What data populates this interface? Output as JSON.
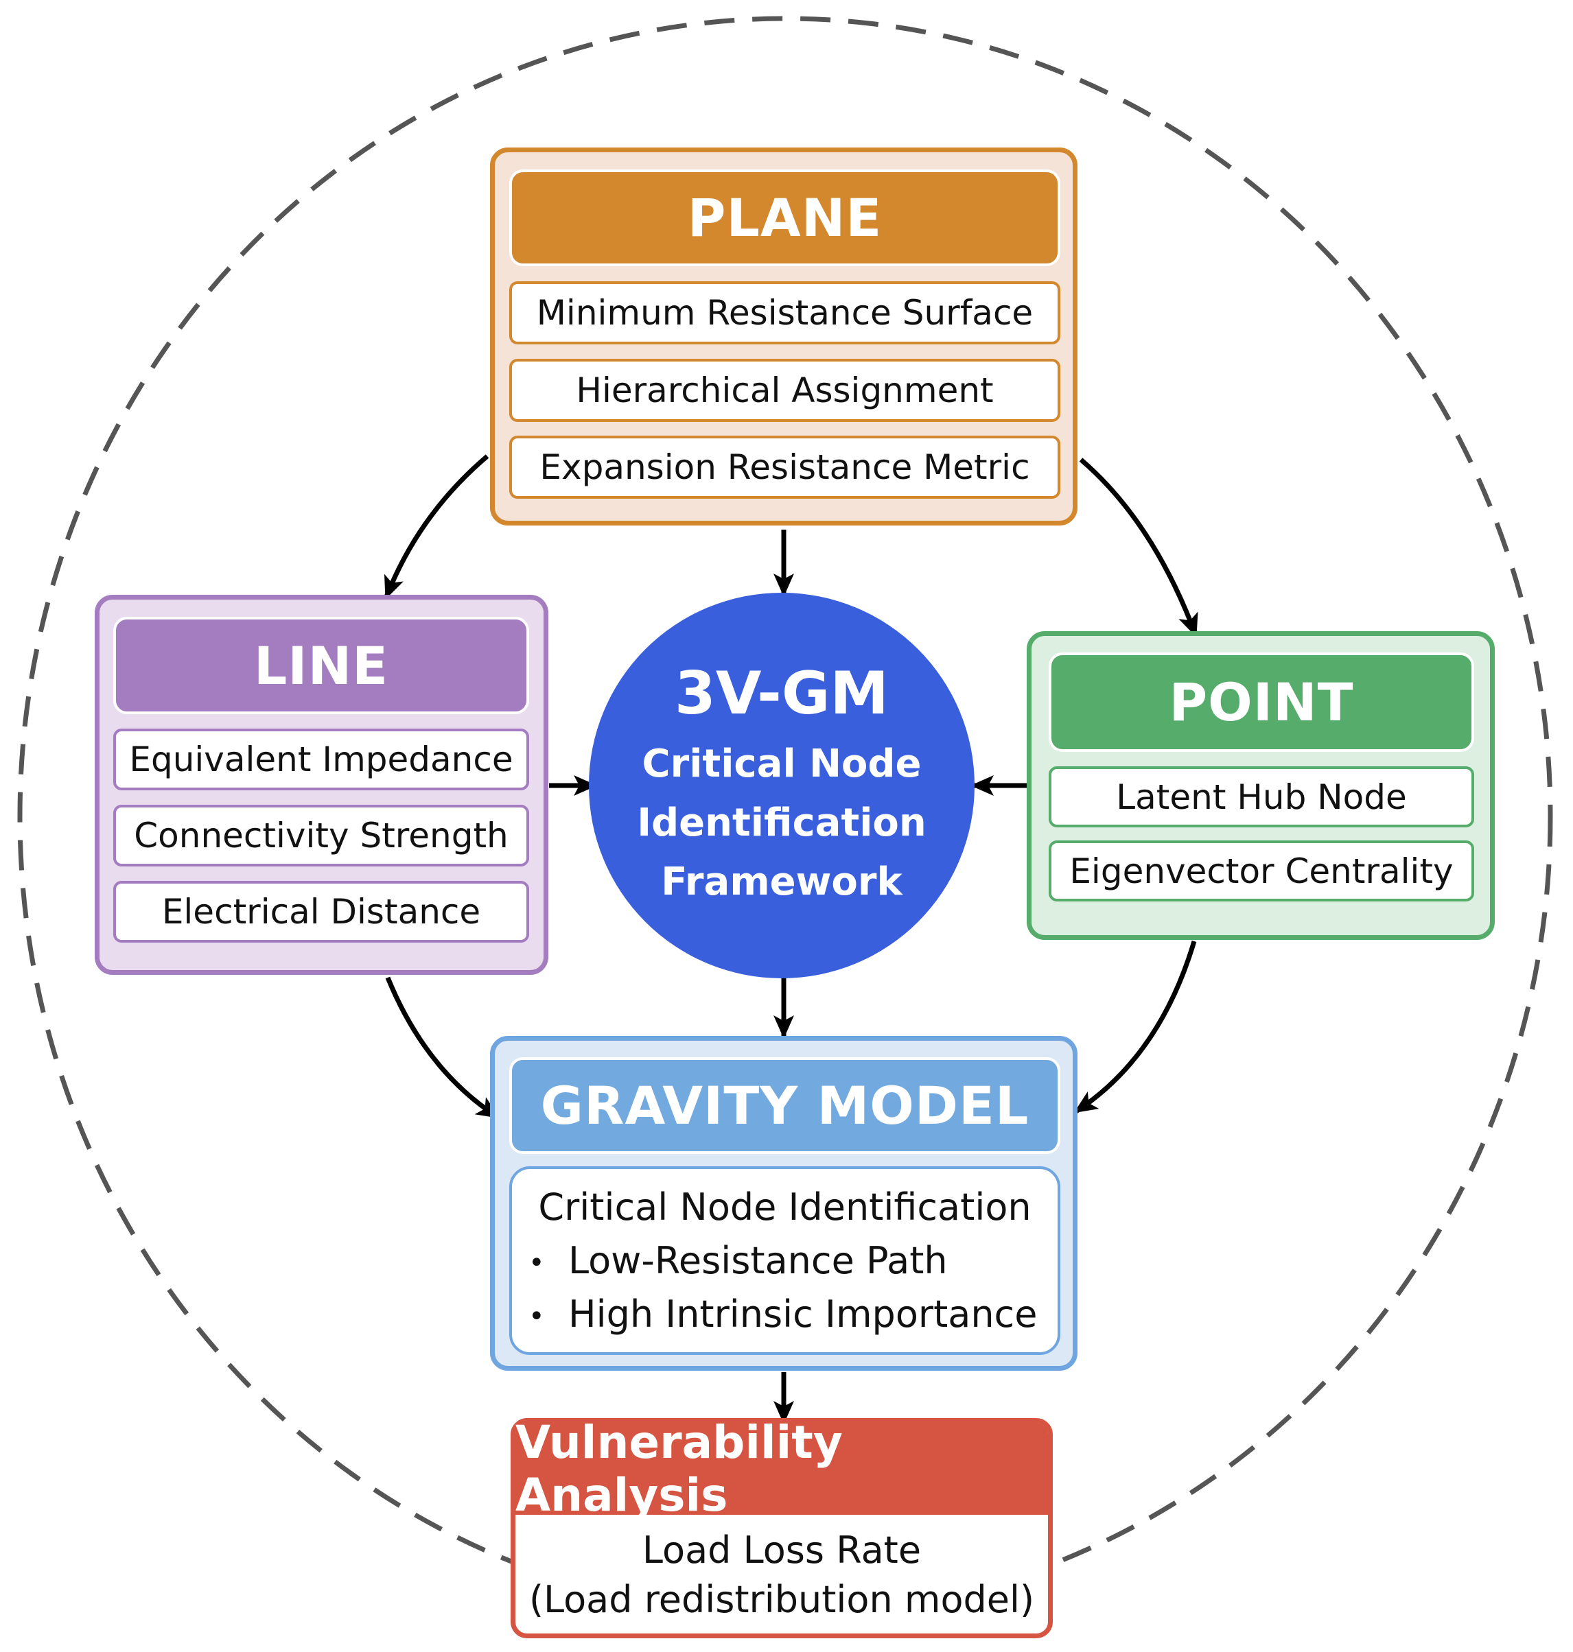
{
  "plane": {
    "title": "PLANE",
    "items": [
      "Minimum Resistance Surface",
      "Hierarchical Assignment",
      "Expansion Resistance Metric"
    ]
  },
  "line": {
    "title": "LINE",
    "items": [
      "Equivalent Impedance",
      "Connectivity Strength",
      "Electrical Distance"
    ]
  },
  "point": {
    "title": "POINT",
    "items": [
      "Latent Hub Node",
      "Eigenvector Centrality"
    ]
  },
  "center": {
    "title": "3V-GM",
    "subtitle_lines": [
      "Critical Node",
      "Identification",
      "Framework"
    ]
  },
  "gravity": {
    "title": "GRAVITY MODEL",
    "body_title": "Critical Node Identification",
    "bullets": [
      "Low-Resistance Path",
      "High Intrinsic Importance"
    ]
  },
  "vulnerability": {
    "title": "Vulnerability Analysis",
    "lines": [
      "Load Loss Rate",
      "(Load redistribution model)"
    ]
  },
  "colors": {
    "plane": "#d4882e",
    "line": "#a47cc0",
    "point": "#56ad6b",
    "center": "#3a5fdc",
    "gravity": "#72a9de",
    "vulnerability": "#d65542",
    "arrow": "#000000",
    "dashed_circle": "#555555"
  }
}
